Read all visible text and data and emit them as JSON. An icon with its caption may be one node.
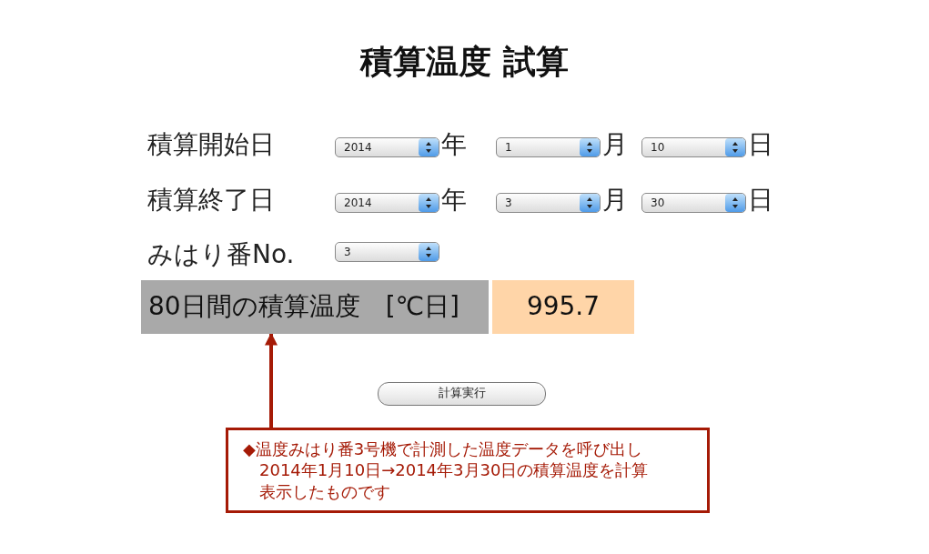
{
  "diagram": {
    "title": "積算温度 試算",
    "nodes": [
      {
        "text": [
          "80日間の積算温度　[℃日]"
        ]
      },
      {
        "text": [
          "995.7"
        ]
      },
      {
        "text": [
          "◆温度みはり番3号機で計測した温度データを呼び出し2014年1月10日→2014年3月30日の積算温度を計算表示したものです"
        ]
      }
    ],
    "edges": [
      {
        "from": 2,
        "to": 0,
        "arrow": "to",
        "color": "#a51a06"
      }
    ],
    "labels": [
      "積算開始日",
      "2014",
      "年",
      "1",
      "月",
      "10",
      "日",
      "積算終了日",
      "2014",
      "年",
      "3",
      "月",
      "30",
      "日",
      "みはり番No.",
      "3",
      "計算実行"
    ]
  }
}
